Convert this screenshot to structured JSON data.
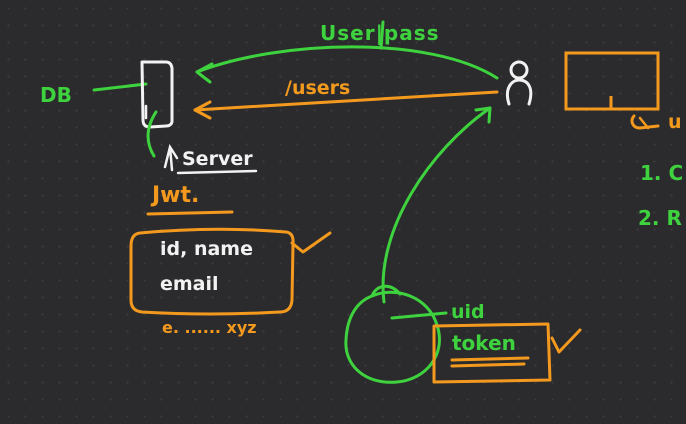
{
  "colors": {
    "green": "#3ed33e",
    "orange": "#f39a1e",
    "white": "#f2f2f2",
    "background": "#2b2b2d"
  },
  "labels": {
    "user_pass": "User|pass",
    "users": "/users",
    "db": "DB",
    "server": "Server",
    "jwt": "Jwt.",
    "payload_line1": "id, name",
    "payload_line2": "email",
    "signature": "e. ...... xyz",
    "uid": "uid",
    "token": "token",
    "list_item_1": "1. C",
    "list_item_2": "2. R",
    "cut_right_label": "u"
  },
  "icons": [
    "user-icon",
    "server-box-icon",
    "browser-window-icon",
    "cookie-jar-icon",
    "checkmark-icon"
  ]
}
